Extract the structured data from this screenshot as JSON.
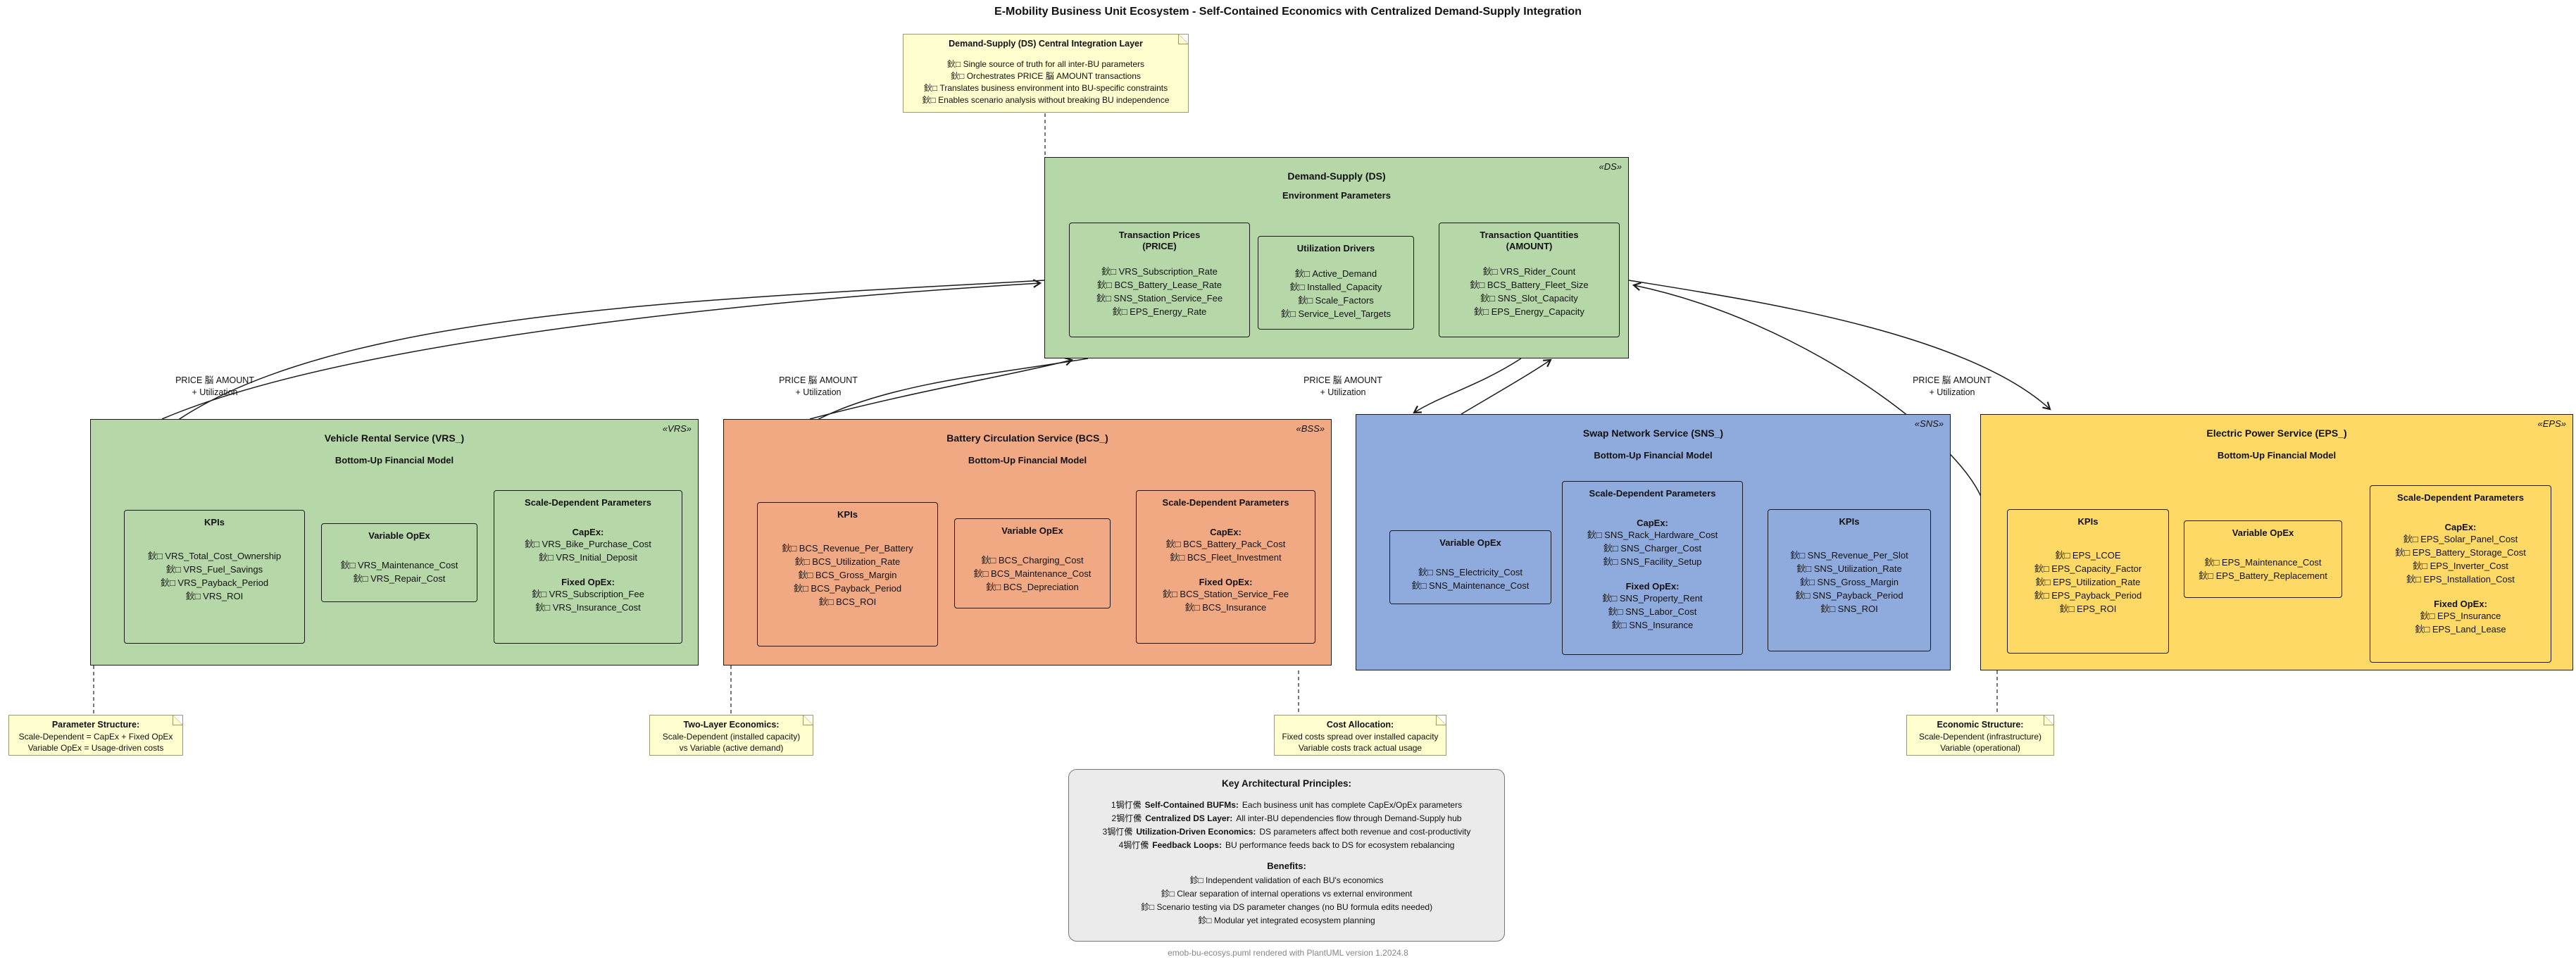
{
  "title": "E-Mobility Business Unit Ecosystem - Self-Contained Economics with Centralized Demand-Supply Integration",
  "footer": "emob-bu-ecosys.puml rendered with PlantUML version 1.2024.8",
  "colors": {
    "green": "#B6D7A8",
    "orange": "#F1A983",
    "blue": "#8FAADC",
    "yellow": "#FFD966",
    "note_yellow": "#FEFECE",
    "principles_gray": "#EBEBEB",
    "line": "#1a1a1a"
  },
  "edge_label": {
    "line1": "PRICE 脳 AMOUNT",
    "line2": "+ Utilization"
  },
  "top_note": {
    "title": "Demand-Supply (DS) Central Integration Layer",
    "lines": [
      "鈥□ Single source of truth for all inter-BU parameters",
      "鈥□ Orchestrates PRICE 脳 AMOUNT transactions",
      "鈥□ Translates business environment into BU-specific constraints",
      "鈥□ Enables scenario analysis without breaking BU independence"
    ]
  },
  "ds": {
    "stereotype": "«DS»",
    "title": "Demand-Supply (DS)",
    "subtitle": "Environment Parameters",
    "groups": [
      {
        "title_line1": "Transaction Prices",
        "title_line2": "(PRICE)",
        "items": [
          "鈥□ VRS_Subscription_Rate",
          "鈥□ BCS_Battery_Lease_Rate",
          "鈥□ SNS_Station_Service_Fee",
          "鈥□ EPS_Energy_Rate"
        ]
      },
      {
        "title_line1": "Utilization Drivers",
        "title_line2": "",
        "items": [
          "鈥□ Active_Demand",
          "鈥□ Installed_Capacity",
          "鈥□ Scale_Factors",
          "鈥□ Service_Level_Targets"
        ]
      },
      {
        "title_line1": "Transaction Quantities",
        "title_line2": "(AMOUNT)",
        "items": [
          "鈥□ VRS_Rider_Count",
          "鈥□ BCS_Battery_Fleet_Size",
          "鈥□ SNS_Slot_Capacity",
          "鈥□ EPS_Energy_Capacity"
        ]
      }
    ]
  },
  "business_units": [
    {
      "stereotype": "«VRS»",
      "title": "Vehicle Rental Service (VRS_)",
      "subtitle": "Bottom-Up Financial Model",
      "kpis": {
        "title": "KPIs",
        "items": [
          "鈥□ VRS_Total_Cost_Ownership",
          "鈥□ VRS_Fuel_Savings",
          "鈥□ VRS_Payback_Period",
          "鈥□ VRS_ROI"
        ]
      },
      "variable_opex": {
        "title": "Variable OpEx",
        "items": [
          "鈥□ VRS_Maintenance_Cost",
          "鈥□ VRS_Repair_Cost"
        ]
      },
      "scale_dependent": {
        "title": "Scale-Dependent Parameters",
        "capex_heading": "CapEx:",
        "capex_items": [
          "鈥□ VRS_Bike_Purchase_Cost",
          "鈥□ VRS_Initial_Deposit"
        ],
        "fixed_heading": "Fixed OpEx:",
        "fixed_items": [
          "鈥□ VRS_Subscription_Fee",
          "鈥□ VRS_Insurance_Cost"
        ]
      }
    },
    {
      "stereotype": "«BSS»",
      "title": "Battery Circulation Service (BCS_)",
      "subtitle": "Bottom-Up Financial Model",
      "kpis": {
        "title": "KPIs",
        "items": [
          "鈥□ BCS_Revenue_Per_Battery",
          "鈥□ BCS_Utilization_Rate",
          "鈥□ BCS_Gross_Margin",
          "鈥□ BCS_Payback_Period",
          "鈥□ BCS_ROI"
        ]
      },
      "variable_opex": {
        "title": "Variable OpEx",
        "items": [
          "鈥□ BCS_Charging_Cost",
          "鈥□ BCS_Maintenance_Cost",
          "鈥□ BCS_Depreciation"
        ]
      },
      "scale_dependent": {
        "title": "Scale-Dependent Parameters",
        "capex_heading": "CapEx:",
        "capex_items": [
          "鈥□ BCS_Battery_Pack_Cost",
          "鈥□ BCS_Fleet_Investment"
        ],
        "fixed_heading": "Fixed OpEx:",
        "fixed_items": [
          "鈥□ BCS_Station_Service_Fee",
          "鈥□ BCS_Insurance"
        ]
      }
    },
    {
      "stereotype": "«SNS»",
      "title": "Swap Network Service (SNS_)",
      "subtitle": "Bottom-Up Financial Model",
      "kpis": {
        "title": "KPIs",
        "items": [
          "鈥□ SNS_Revenue_Per_Slot",
          "鈥□ SNS_Utilization_Rate",
          "鈥□ SNS_Gross_Margin",
          "鈥□ SNS_Payback_Period",
          "鈥□ SNS_ROI"
        ]
      },
      "variable_opex": {
        "title": "Variable OpEx",
        "items": [
          "鈥□ SNS_Electricity_Cost",
          "鈥□ SNS_Maintenance_Cost"
        ]
      },
      "scale_dependent": {
        "title": "Scale-Dependent Parameters",
        "capex_heading": "CapEx:",
        "capex_items": [
          "鈥□ SNS_Rack_Hardware_Cost",
          "鈥□ SNS_Charger_Cost",
          "鈥□ SNS_Facility_Setup"
        ],
        "fixed_heading": "Fixed OpEx:",
        "fixed_items": [
          "鈥□ SNS_Property_Rent",
          "鈥□ SNS_Labor_Cost",
          "鈥□ SNS_Insurance"
        ]
      }
    },
    {
      "stereotype": "«EPS»",
      "title": "Electric Power Service (EPS_)",
      "subtitle": "Bottom-Up Financial Model",
      "kpis": {
        "title": "KPIs",
        "items": [
          "鈥□ EPS_LCOE",
          "鈥□ EPS_Capacity_Factor",
          "鈥□ EPS_Utilization_Rate",
          "鈥□ EPS_Payback_Period",
          "鈥□ EPS_ROI"
        ]
      },
      "variable_opex": {
        "title": "Variable OpEx",
        "items": [
          "鈥□ EPS_Maintenance_Cost",
          "鈥□ EPS_Battery_Replacement"
        ]
      },
      "scale_dependent": {
        "title": "Scale-Dependent Parameters",
        "capex_heading": "CapEx:",
        "capex_items": [
          "鈥□ EPS_Solar_Panel_Cost",
          "鈥□ EPS_Battery_Storage_Cost",
          "鈥□ EPS_Inverter_Cost",
          "鈥□ EPS_Installation_Cost"
        ],
        "fixed_heading": "Fixed OpEx:",
        "fixed_items": [
          "鈥□ EPS_Insurance",
          "鈥□ EPS_Land_Lease"
        ]
      }
    }
  ],
  "bottom_notes": [
    {
      "title": "Parameter Structure:",
      "lines": [
        "Scale-Dependent = CapEx + Fixed OpEx",
        "Variable OpEx = Usage-driven costs"
      ]
    },
    {
      "title": "Two-Layer Economics:",
      "lines": [
        "Scale-Dependent (installed capacity)",
        "vs Variable (active demand)"
      ]
    },
    {
      "title": "Cost Allocation:",
      "lines": [
        "Fixed costs spread over installed capacity",
        "Variable costs track actual usage"
      ]
    },
    {
      "title": "Economic Structure:",
      "lines": [
        "Scale-Dependent (infrastructure)",
        "Variable (operational)"
      ]
    }
  ],
  "principles": {
    "title": "Key Architectural Principles:",
    "items": [
      {
        "prefix": "1锔忊儯",
        "bold": "Self-Contained BUFMs:",
        "rest": "Each business unit has complete CapEx/OpEx parameters"
      },
      {
        "prefix": "2锔忊儯",
        "bold": "Centralized DS Layer:",
        "rest": "All inter-BU dependencies flow through Demand-Supply hub"
      },
      {
        "prefix": "3锔忊儯",
        "bold": "Utilization-Driven Economics:",
        "rest": "DS parameters affect both revenue and cost-productivity"
      },
      {
        "prefix": "4锔忊儯",
        "bold": "Feedback Loops:",
        "rest": "BU performance feeds back to DS for ecosystem rebalancing"
      }
    ],
    "benefits_title": "Benefits:",
    "benefits": [
      "鉁□ Independent validation of each BU's economics",
      "鉁□ Clear separation of internal operations vs external environment",
      "鉁□ Scenario testing via DS parameter changes (no BU formula edits needed)",
      "鉁□ Modular yet integrated ecosystem planning"
    ]
  }
}
